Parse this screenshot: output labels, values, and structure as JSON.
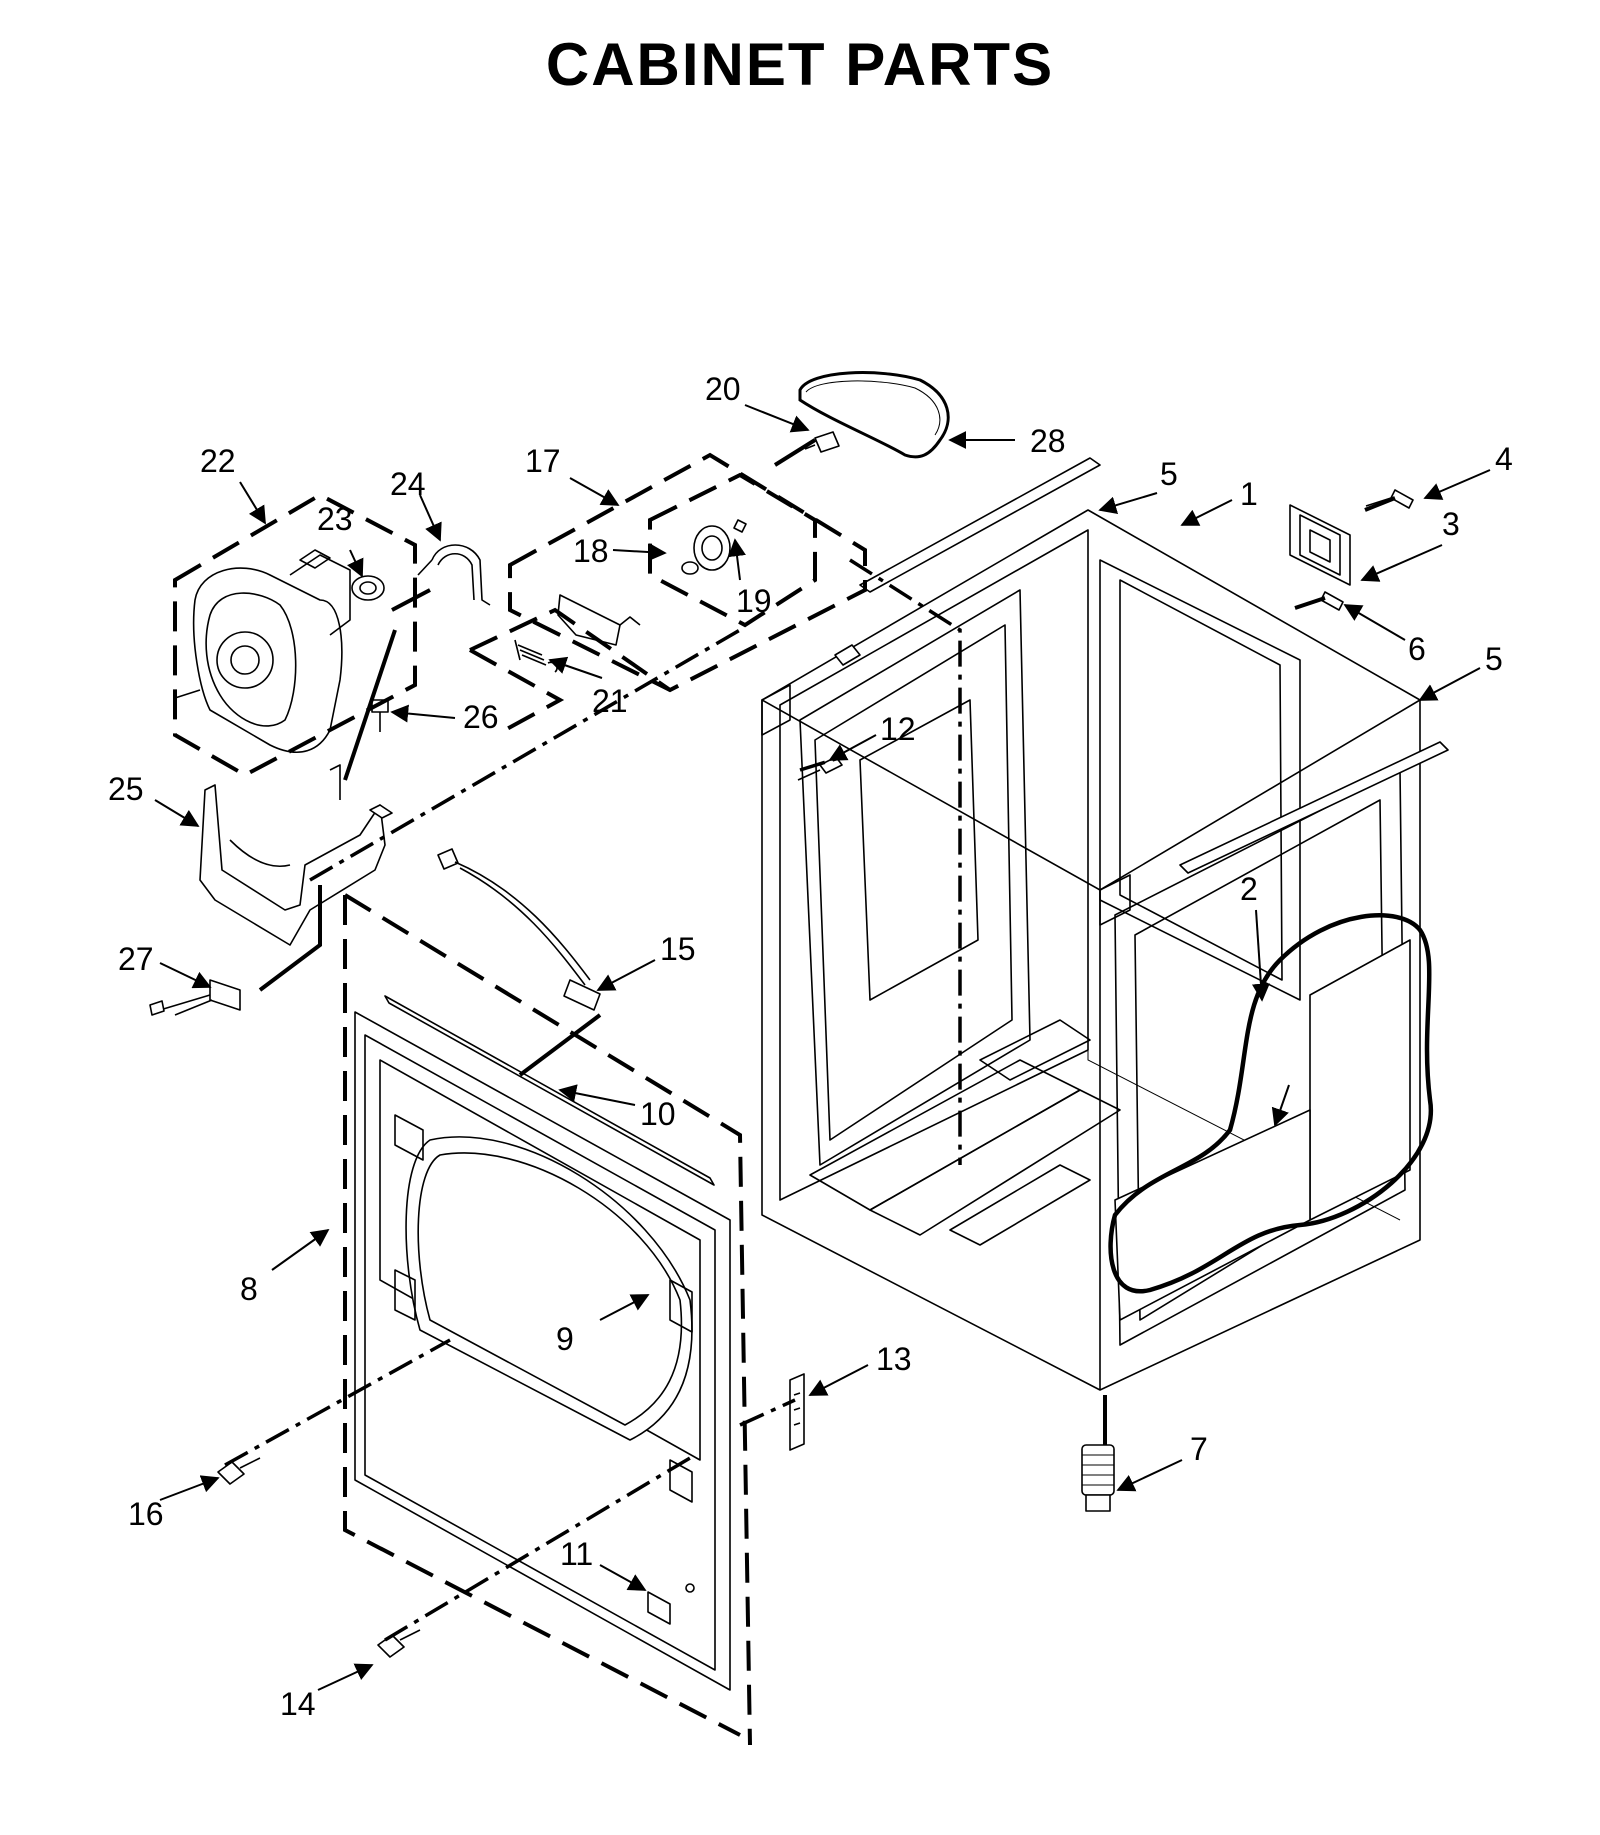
{
  "title": "CABINET PARTS",
  "callouts": [
    "1",
    "2",
    "3",
    "4",
    "5",
    "5",
    "6",
    "7",
    "8",
    "9",
    "10",
    "11",
    "12",
    "13",
    "14",
    "15",
    "16",
    "17",
    "18",
    "19",
    "20",
    "21",
    "22",
    "23",
    "24",
    "25",
    "26",
    "27",
    "28"
  ],
  "colors": {
    "ink": "#000000",
    "background": "#ffffff"
  }
}
